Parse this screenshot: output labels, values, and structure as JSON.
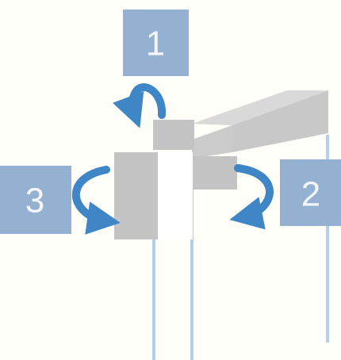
{
  "labels": {
    "one": "1",
    "two": "2",
    "three": "3"
  },
  "colors": {
    "background": "#fffef9",
    "label_box": "#95b1d2",
    "label_text": "#f4f6fa",
    "arrow": "#3f86c6",
    "block": "#c4c4c4",
    "rail": "#b3cfee"
  }
}
